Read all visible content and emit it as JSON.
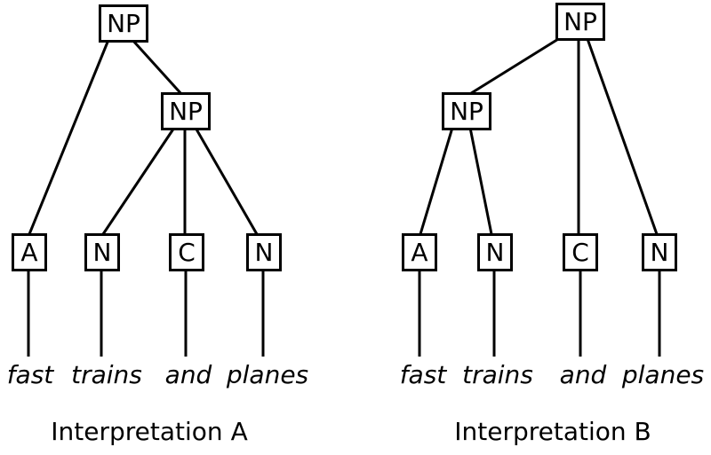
{
  "colors": {
    "ink": "#000000",
    "background": "#ffffff"
  },
  "trees": [
    {
      "caption": "Interpretation A",
      "root": "NP",
      "inner": "NP",
      "leaves": [
        "A",
        "N",
        "C",
        "N"
      ],
      "words": [
        "fast",
        "trains",
        "and",
        "planes"
      ]
    },
    {
      "caption": "Interpretation B",
      "root": "NP",
      "inner": "NP",
      "leaves": [
        "A",
        "N",
        "C",
        "N"
      ],
      "words": [
        "fast",
        "trains",
        "and",
        "planes"
      ]
    }
  ]
}
